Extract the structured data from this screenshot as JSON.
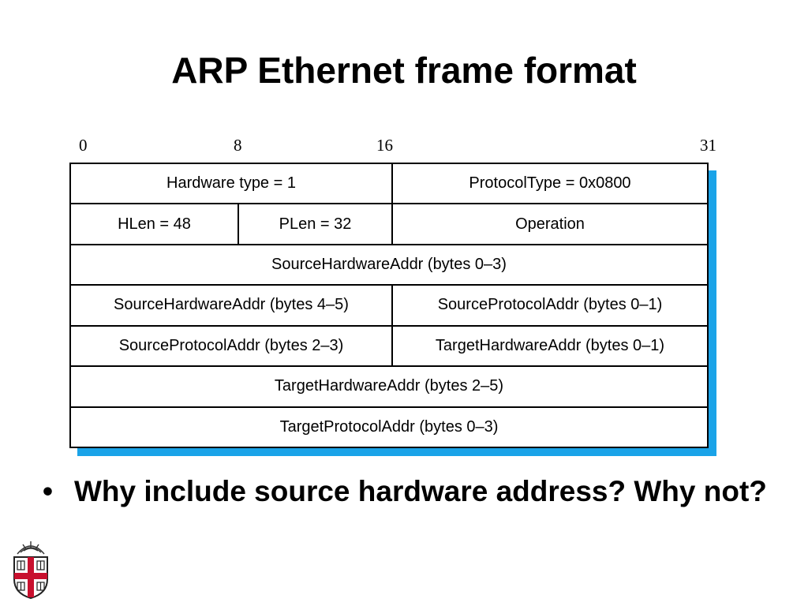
{
  "slide": {
    "title": "ARP Ethernet frame format",
    "bit_labels": [
      "0",
      "8",
      "16",
      "31"
    ],
    "rows": [
      [
        "Hardware type = 1",
        "ProtocolType = 0x0800"
      ],
      [
        "HLen = 48",
        "PLen = 32",
        "Operation"
      ],
      [
        "SourceHardwareAddr (bytes 0–3)"
      ],
      [
        "SourceHardwareAddr (bytes 4–5)",
        "SourceProtocolAddr (bytes 0–1)"
      ],
      [
        "SourceProtocolAddr (bytes 2–3)",
        "TargetHardwareAddr (bytes 0–1)"
      ],
      [
        "TargetHardwareAddr (bytes 2–5)"
      ],
      [
        "TargetProtocolAddr (bytes 0–3)"
      ]
    ],
    "bullet": {
      "marker": "•",
      "text": "Why include source hardware address? Why not?"
    },
    "logo_icon": "university-shield-icon",
    "colors": {
      "shadow": "#1aa3e8",
      "logo_red": "#c8102e"
    }
  }
}
